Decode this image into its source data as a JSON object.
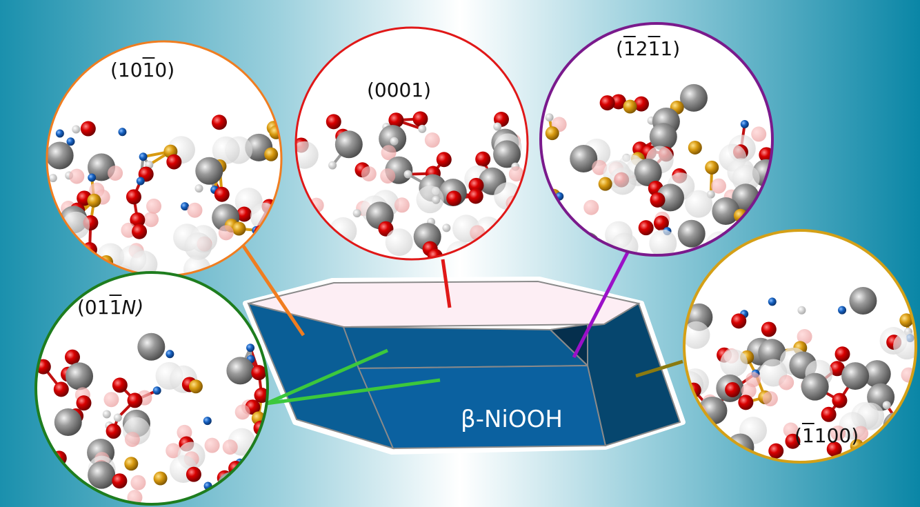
{
  "crystal": {
    "label": "β-NiOOH"
  },
  "facets": [
    {
      "id": "f1010",
      "parts": [
        "(10",
        "1",
        "0)"
      ],
      "border": "#f07d20"
    },
    {
      "id": "f0001",
      "parts": [
        "(0001)",
        "",
        ""
      ],
      "border": "#e01818"
    },
    {
      "id": "f1211",
      "parts": [
        "(",
        "1",
        "2",
        "1",
        "1)"
      ],
      "border": "#7a1a8c"
    },
    {
      "id": "f011N",
      "parts": [
        "(01",
        "1",
        "N)"
      ],
      "border": "#1e7d1e"
    },
    {
      "id": "f1100",
      "parts": [
        "(",
        "1",
        "100)"
      ],
      "border": "#d4a017"
    }
  ],
  "colors": {
    "background_edge": "#0b8aa8",
    "background_center": "#ffffff",
    "crystal_top": "#fdeef4",
    "crystal_side": "#0a5e96",
    "crystal_dark": "#06466e",
    "nickel": "#8a8a8a",
    "oxygen": "#d40000",
    "hydrogen": "#ffffff",
    "gold": "#d89a10",
    "nitrogen": "#1560c0"
  },
  "icons": [
    "nickel-atom-icon",
    "oxygen-atom-icon",
    "hydrogen-atom-icon",
    "gold-atom-icon",
    "nitrogen-atom-icon"
  ]
}
